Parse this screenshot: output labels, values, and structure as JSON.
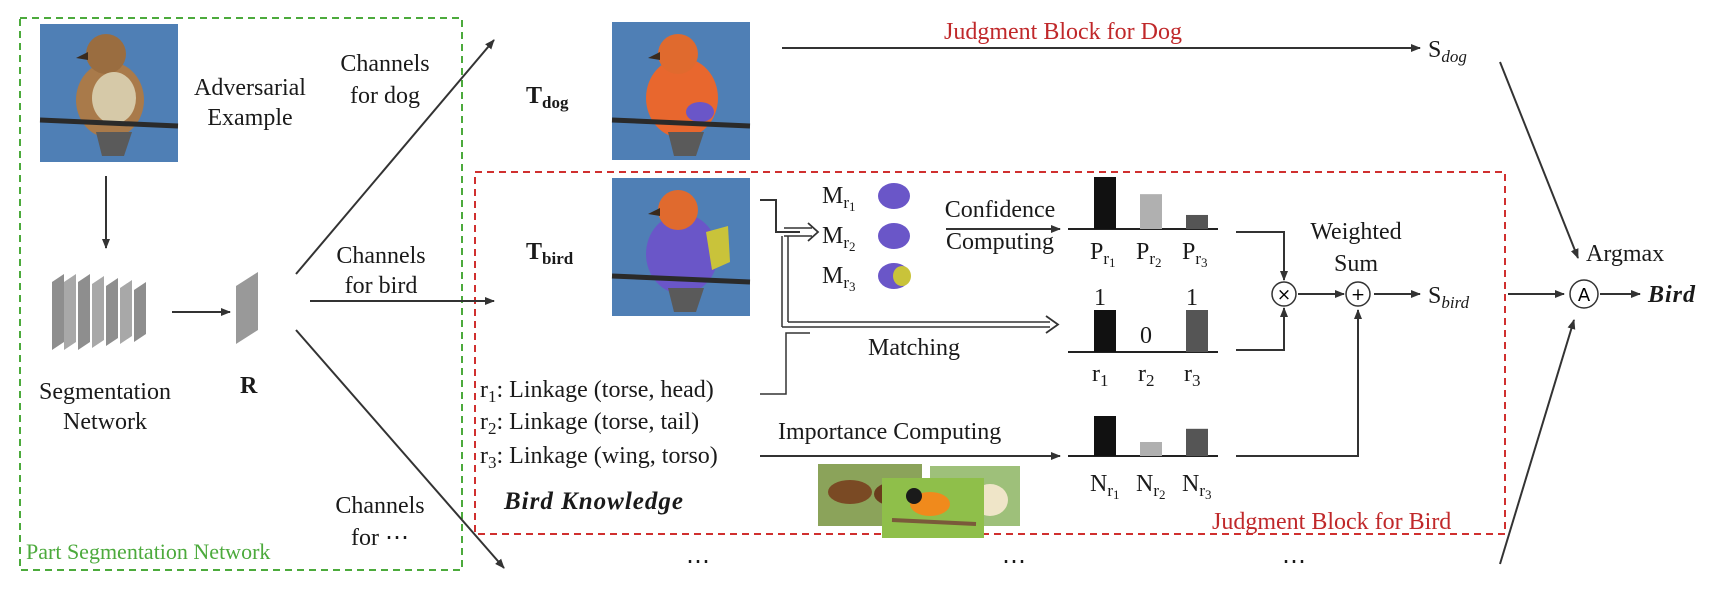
{
  "colors": {
    "segmentation_box": "#4caa3c",
    "judgment_box_bird": "#d0302f",
    "title_red": "#c0282a",
    "bar_black": "#111111",
    "bar_gray": "#b0b0b0",
    "bar_dark": "#555555",
    "mask_purple": "#6a56c8",
    "mask_yellow": "#c9c33a",
    "image_blue": "#4f7fb5",
    "bird_orange": "#e8672e"
  },
  "icons": [
    "adversarial-bird-image",
    "bird-dog-channels-image",
    "bird-bird-channels-image",
    "mask-icon",
    "segmentation-network-icon",
    "representation-icon",
    "multiply-icon",
    "plus-icon",
    "argmax-icon",
    "animal-photos-image"
  ],
  "segmentation": {
    "box_title": "Part Segmentation Network",
    "adversarial_line1": "Adversarial",
    "adversarial_line2": "Example",
    "network_line1": "Segmentation",
    "network_line2": "Network",
    "r_label": "R"
  },
  "channels": {
    "dog_line1": "Channels",
    "dog_line2": "for dog",
    "bird_line1": "Channels",
    "bird_line2": "for bird",
    "other_line1": "Channels",
    "other_line2": "for ⋯"
  },
  "tensors": {
    "t_base": "T",
    "t_dog_sub": "dog",
    "t_bird_sub": "bird"
  },
  "judgment_dog": {
    "title": "Judgment Block for Dog",
    "s_base": "S",
    "s_sub": "dog"
  },
  "judgment_bird": {
    "title": "Judgment Block for Bird",
    "masks": [
      {
        "base": "M",
        "sub_base": "r",
        "sub_index": "1"
      },
      {
        "base": "M",
        "sub_base": "r",
        "sub_index": "2"
      },
      {
        "base": "M",
        "sub_base": "r",
        "sub_index": "3"
      }
    ],
    "confidence_line1": "Confidence",
    "confidence_line2": "Computing",
    "matching": "Matching",
    "importance": "Importance Computing",
    "knowledge_title": "Bird Knowledge",
    "rules": [
      {
        "r": "r",
        "idx": "1",
        "text": ": Linkage (torse, head)"
      },
      {
        "r": "r",
        "idx": "2",
        "text": ": Linkage (torse, tail)"
      },
      {
        "r": "r",
        "idx": "3",
        "text": ": Linkage (wing, torso)"
      }
    ],
    "confidence_bars": [
      {
        "label_base": "P",
        "sub_base": "r",
        "sub_index": "1",
        "value": 1.0
      },
      {
        "label_base": "P",
        "sub_base": "r",
        "sub_index": "2",
        "value": 0.67
      },
      {
        "label_base": "P",
        "sub_base": "r",
        "sub_index": "3",
        "value": 0.27
      }
    ],
    "matching_bars": [
      {
        "label_base": "r",
        "label_index": "1",
        "value": 1,
        "value_label": "1"
      },
      {
        "label_base": "r",
        "label_index": "2",
        "value": 0,
        "value_label": "0"
      },
      {
        "label_base": "r",
        "label_index": "3",
        "value": 1,
        "value_label": "1"
      }
    ],
    "importance_bars": [
      {
        "label_base": "N",
        "sub_base": "r",
        "sub_index": "1",
        "value": 1.0
      },
      {
        "label_base": "N",
        "sub_base": "r",
        "sub_index": "2",
        "value": 0.35
      },
      {
        "label_base": "N",
        "sub_base": "r",
        "sub_index": "3",
        "value": 0.68
      }
    ],
    "weighted_line1": "Weighted",
    "weighted_line2": "Sum",
    "multiply_symbol": "×",
    "plus_symbol": "+",
    "s_base": "S",
    "s_sub": "bird"
  },
  "output": {
    "argmax": "Argmax",
    "argmax_symbol": "A",
    "result": "Bird"
  },
  "ellipsis": "⋯"
}
